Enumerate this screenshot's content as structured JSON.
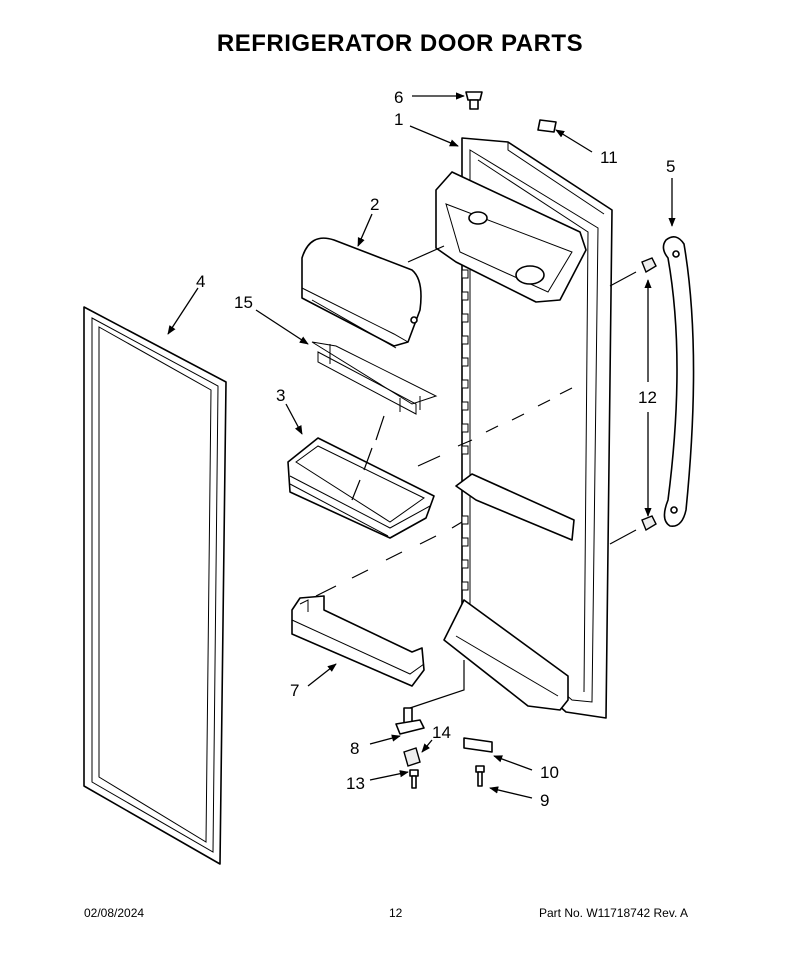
{
  "title": "REFRIGERATOR DOOR PARTS",
  "callouts": {
    "c1": "1",
    "c2": "2",
    "c3": "3",
    "c4": "4",
    "c5": "5",
    "c6": "6",
    "c7": "7",
    "c8": "8",
    "c9": "9",
    "c10": "10",
    "c11": "11",
    "c12": "12",
    "c13": "13",
    "c14": "14",
    "c15": "15"
  },
  "footer": {
    "date": "02/08/2024",
    "page": "12",
    "part": "Part No.  W11718742  Rev.  A"
  }
}
